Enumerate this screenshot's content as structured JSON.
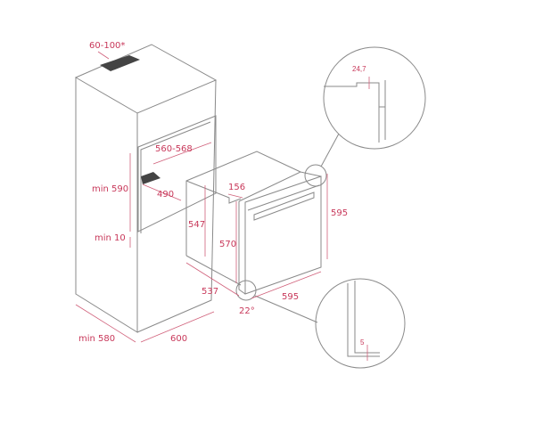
{
  "colors": {
    "line": "#8a8a8a",
    "dimension": "#c8385a",
    "slot": "#444444"
  },
  "dimensions": {
    "ventilation": "60-100*",
    "niche_width": "560-568",
    "niche_height": "min 590",
    "niche_depth": "490",
    "gap_below": "min 10",
    "oven_body_height": "547",
    "oven_front_height_inner": "570",
    "oven_top_step": "156",
    "oven_front_height": "595",
    "oven_depth": "537",
    "oven_width": "595",
    "door_angle": "22°",
    "cabinet_depth": "min 580",
    "cabinet_width": "600",
    "detail_top": "24,7",
    "detail_bottom": "5"
  }
}
